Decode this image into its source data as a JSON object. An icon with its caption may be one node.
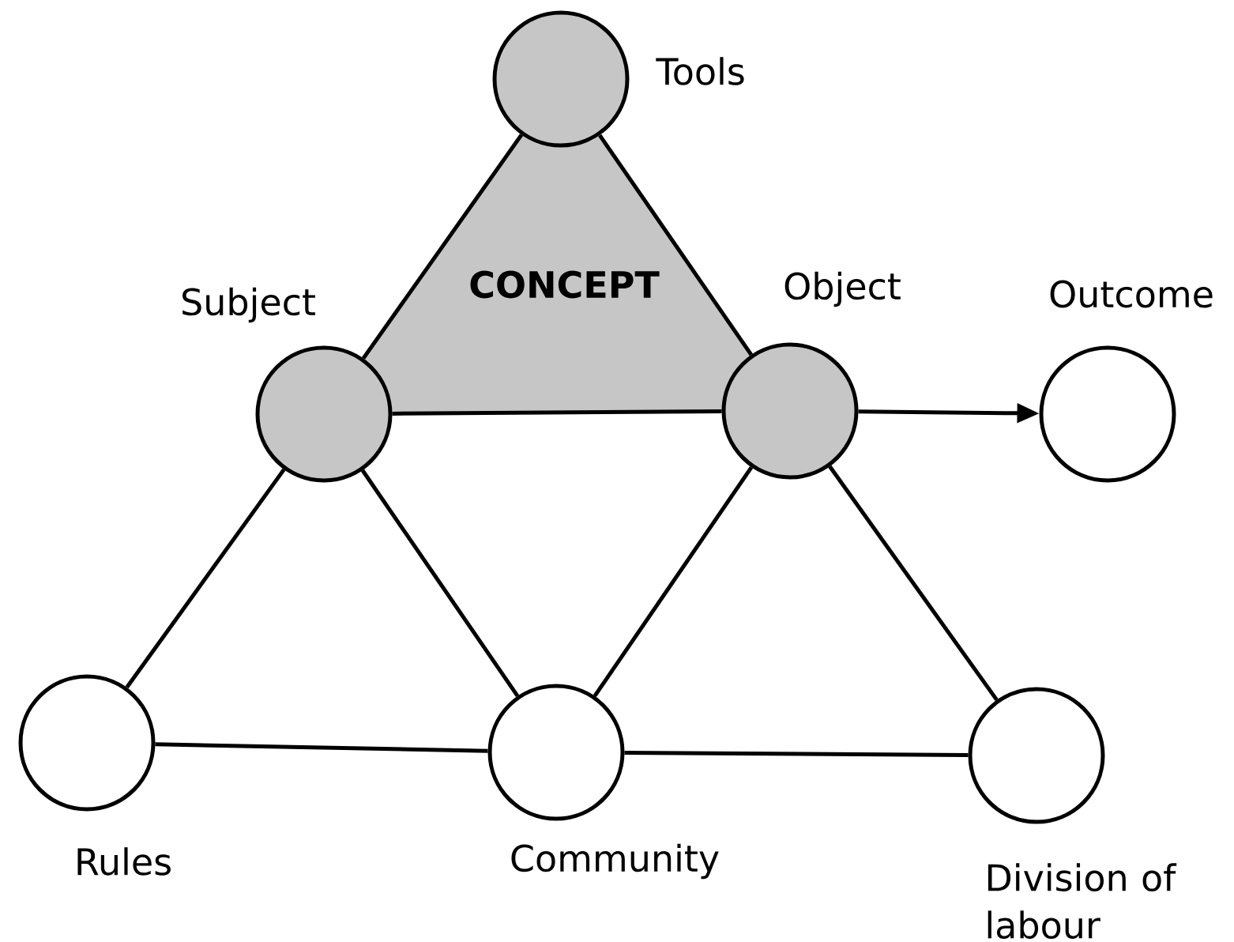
{
  "diagram": {
    "nodes": [
      {
        "text": [
          "Tools"
        ]
      },
      {
        "text": [
          "CONCEPT"
        ]
      },
      {
        "text": [
          "Subject"
        ]
      },
      {
        "text": [
          "Object"
        ]
      },
      {
        "text": [
          "Outcome"
        ]
      },
      {
        "text": [
          "Rules"
        ]
      },
      {
        "text": [
          "Community"
        ]
      },
      {
        "text": [
          "Division of labour"
        ]
      }
    ],
    "edges": [
      {
        "from": 0,
        "to": 2,
        "arrow": "none"
      },
      {
        "from": 0,
        "to": 3,
        "arrow": "none"
      },
      {
        "from": 2,
        "to": 3,
        "arrow": "none"
      },
      {
        "from": 3,
        "to": 4,
        "arrow": "to"
      },
      {
        "from": 2,
        "to": 5,
        "arrow": "none"
      },
      {
        "from": 2,
        "to": 6,
        "arrow": "none"
      },
      {
        "from": 3,
        "to": 6,
        "arrow": "none"
      },
      {
        "from": 3,
        "to": 7,
        "arrow": "none"
      },
      {
        "from": 5,
        "to": 6,
        "arrow": "none"
      },
      {
        "from": 6,
        "to": 7,
        "arrow": "none"
      }
    ]
  }
}
